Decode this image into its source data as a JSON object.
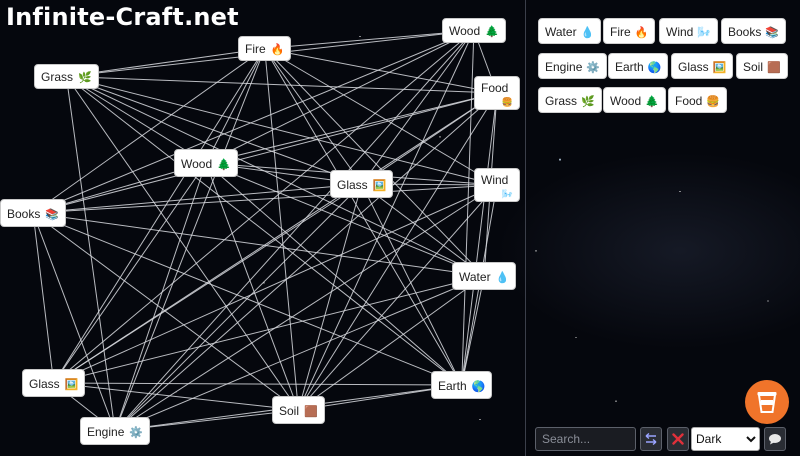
{
  "site": {
    "title": "Infinite-Craft.net"
  },
  "canvas_items": [
    {
      "id": "grass-1",
      "label": "Grass",
      "emoji": "🌿"
    },
    {
      "id": "fire-1",
      "label": "Fire",
      "emoji": "🔥"
    },
    {
      "id": "wood-1",
      "label": "Wood",
      "emoji": "🌲"
    },
    {
      "id": "food-1",
      "label": "Food",
      "emoji": "🍔"
    },
    {
      "id": "wood-2",
      "label": "Wood",
      "emoji": "🌲"
    },
    {
      "id": "glass-1",
      "label": "Glass",
      "emoji": "🖼️"
    },
    {
      "id": "wind-1",
      "label": "Wind",
      "emoji": "🌬️"
    },
    {
      "id": "books-1",
      "label": "Books",
      "emoji": "📚"
    },
    {
      "id": "water-1",
      "label": "Water",
      "emoji": "💧"
    },
    {
      "id": "glass-2",
      "label": "Glass",
      "emoji": "🖼️"
    },
    {
      "id": "earth-1",
      "label": "Earth",
      "emoji": "🌎"
    },
    {
      "id": "soil-1",
      "label": "Soil",
      "emoji": "🟫"
    },
    {
      "id": "engine-1",
      "label": "Engine",
      "emoji": "⚙️"
    }
  ],
  "connections": [
    [
      "grass-1",
      "fire-1"
    ],
    [
      "grass-1",
      "wood-1"
    ],
    [
      "grass-1",
      "food-1"
    ],
    [
      "grass-1",
      "wood-2"
    ],
    [
      "grass-1",
      "glass-1"
    ],
    [
      "grass-1",
      "wind-1"
    ],
    [
      "grass-1",
      "water-1"
    ],
    [
      "grass-1",
      "earth-1"
    ],
    [
      "grass-1",
      "soil-1"
    ],
    [
      "grass-1",
      "engine-1"
    ],
    [
      "fire-1",
      "wood-1"
    ],
    [
      "fire-1",
      "food-1"
    ],
    [
      "fire-1",
      "books-1"
    ],
    [
      "fire-1",
      "wood-2"
    ],
    [
      "fire-1",
      "glass-1"
    ],
    [
      "fire-1",
      "wind-1"
    ],
    [
      "fire-1",
      "water-1"
    ],
    [
      "fire-1",
      "glass-2"
    ],
    [
      "fire-1",
      "earth-1"
    ],
    [
      "fire-1",
      "soil-1"
    ],
    [
      "fire-1",
      "engine-1"
    ],
    [
      "wood-1",
      "food-1"
    ],
    [
      "wood-1",
      "wood-2"
    ],
    [
      "wood-1",
      "books-1"
    ],
    [
      "wood-1",
      "glass-2"
    ],
    [
      "wood-1",
      "soil-1"
    ],
    [
      "wood-1",
      "engine-1"
    ],
    [
      "wood-1",
      "earth-1"
    ],
    [
      "wood-1",
      "glass-1"
    ],
    [
      "food-1",
      "books-1"
    ],
    [
      "food-1",
      "wood-2"
    ],
    [
      "food-1",
      "glass-1"
    ],
    [
      "food-1",
      "glass-2"
    ],
    [
      "food-1",
      "soil-1"
    ],
    [
      "food-1",
      "engine-1"
    ],
    [
      "food-1",
      "earth-1"
    ],
    [
      "food-1",
      "water-1"
    ],
    [
      "wood-2",
      "glass-1"
    ],
    [
      "wood-2",
      "wind-1"
    ],
    [
      "wood-2",
      "water-1"
    ],
    [
      "wood-2",
      "earth-1"
    ],
    [
      "wood-2",
      "soil-1"
    ],
    [
      "wood-2",
      "engine-1"
    ],
    [
      "wood-2",
      "books-1"
    ],
    [
      "wood-2",
      "glass-2"
    ],
    [
      "glass-1",
      "books-1"
    ],
    [
      "glass-1",
      "wind-1"
    ],
    [
      "glass-1",
      "water-1"
    ],
    [
      "glass-1",
      "glass-2"
    ],
    [
      "glass-1",
      "soil-1"
    ],
    [
      "glass-1",
      "engine-1"
    ],
    [
      "glass-1",
      "earth-1"
    ],
    [
      "wind-1",
      "books-1"
    ],
    [
      "wind-1",
      "glass-2"
    ],
    [
      "wind-1",
      "soil-1"
    ],
    [
      "wind-1",
      "engine-1"
    ],
    [
      "wind-1",
      "earth-1"
    ],
    [
      "books-1",
      "water-1"
    ],
    [
      "books-1",
      "glass-2"
    ],
    [
      "books-1",
      "earth-1"
    ],
    [
      "books-1",
      "soil-1"
    ],
    [
      "books-1",
      "engine-1"
    ],
    [
      "water-1",
      "glass-2"
    ],
    [
      "water-1",
      "earth-1"
    ],
    [
      "water-1",
      "soil-1"
    ],
    [
      "water-1",
      "engine-1"
    ],
    [
      "glass-2",
      "earth-1"
    ],
    [
      "glass-2",
      "soil-1"
    ],
    [
      "glass-2",
      "engine-1"
    ],
    [
      "earth-1",
      "soil-1"
    ],
    [
      "earth-1",
      "engine-1"
    ],
    [
      "soil-1",
      "engine-1"
    ]
  ],
  "sidebar": {
    "items": [
      {
        "label": "Water",
        "emoji": "💧"
      },
      {
        "label": "Fire",
        "emoji": "🔥"
      },
      {
        "label": "Wind",
        "emoji": "🌬️"
      },
      {
        "label": "Books",
        "emoji": "📚"
      },
      {
        "label": "Engine",
        "emoji": "⚙️"
      },
      {
        "label": "Earth",
        "emoji": "🌎"
      },
      {
        "label": "Glass",
        "emoji": "🖼️"
      },
      {
        "label": "Soil",
        "emoji": "🟫"
      },
      {
        "label": "Grass",
        "emoji": "🌿"
      },
      {
        "label": "Wood",
        "emoji": "🌲"
      },
      {
        "label": "Food",
        "emoji": "🍔"
      }
    ]
  },
  "controls": {
    "search_placeholder": "Search...",
    "sort_icon": "sort-icon",
    "clear_icon": "clear-icon",
    "clear_color": "#e0303a",
    "theme_options": [
      "Dark"
    ],
    "theme_selected": "Dark",
    "feedback_icon": "chat-bubble-icon",
    "drink_icon": "cup-icon",
    "drink_color": "#f0742a"
  }
}
